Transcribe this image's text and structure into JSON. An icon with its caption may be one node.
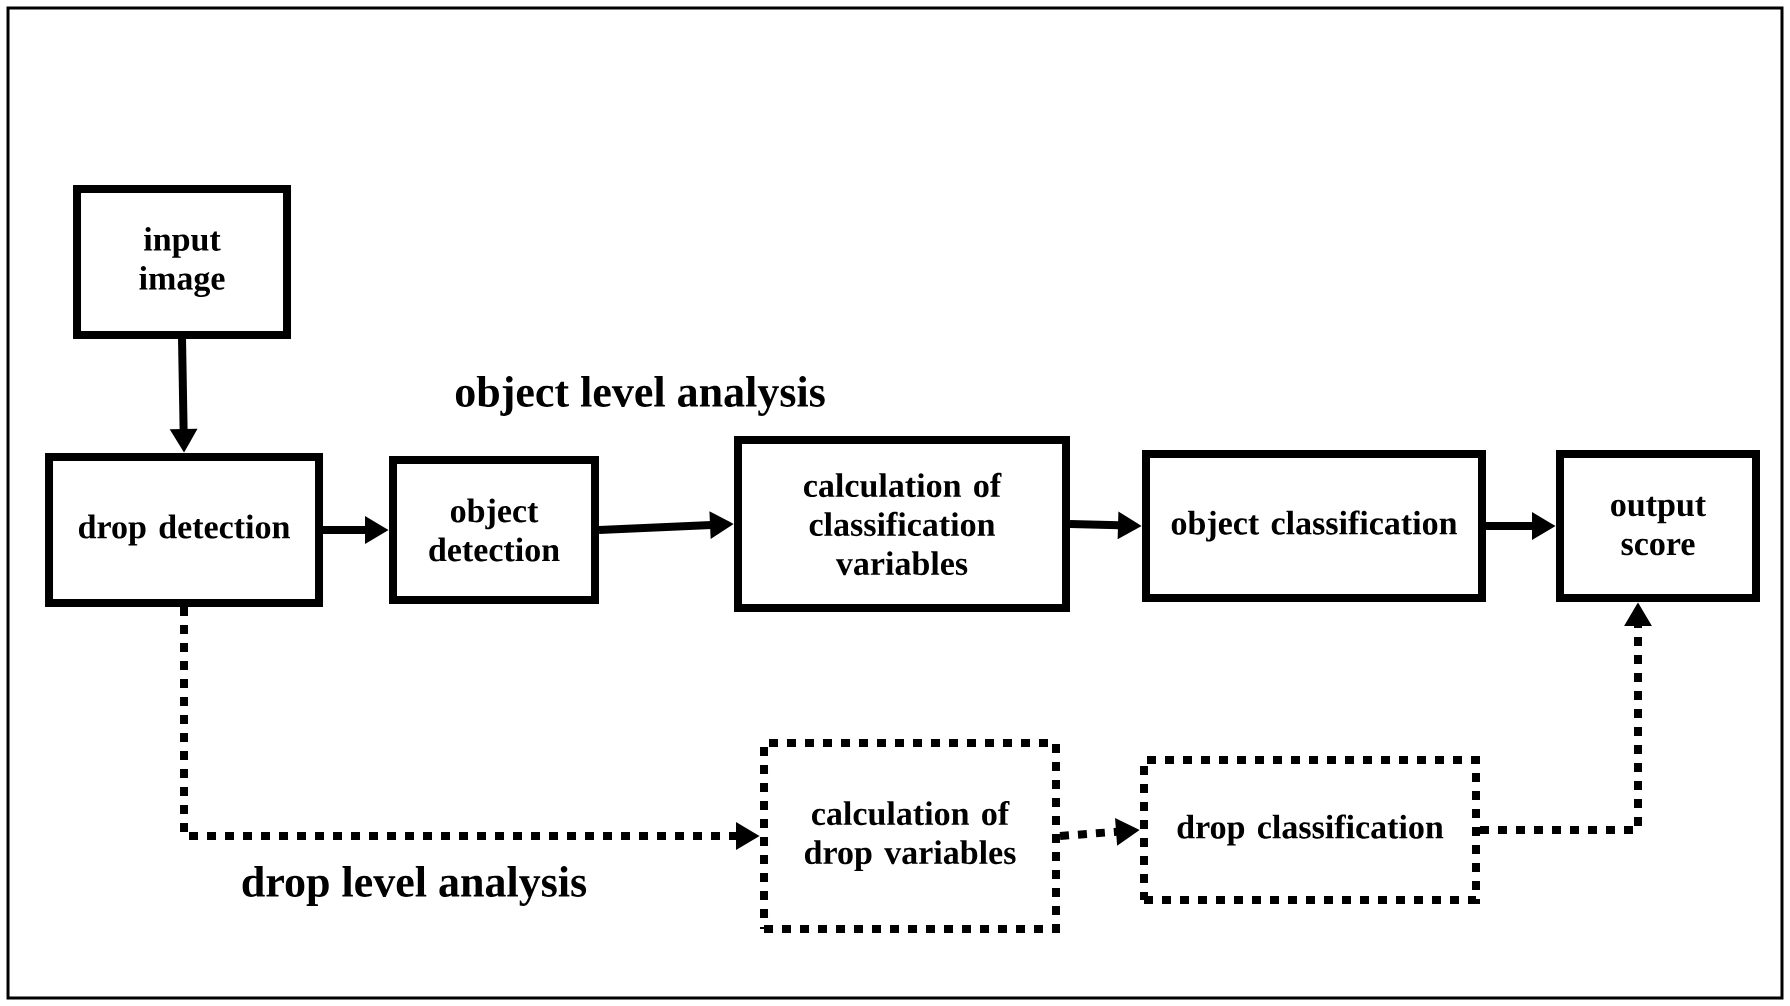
{
  "diagram": {
    "nodes": [
      {
        "text": [
          "input image"
        ]
      },
      {
        "text": [
          "drop detection"
        ]
      },
      {
        "text": [
          "object detection"
        ]
      },
      {
        "text": [
          "calculation of classification variables"
        ]
      },
      {
        "text": [
          "object classification"
        ]
      },
      {
        "text": [
          "output score"
        ]
      },
      {
        "text": [
          "calculation of drop variables"
        ]
      },
      {
        "text": [
          "drop classification"
        ]
      }
    ],
    "edges": [
      {
        "from": 0,
        "to": 1,
        "arrow": "to"
      },
      {
        "from": 1,
        "to": 2,
        "arrow": "to"
      },
      {
        "from": 2,
        "to": 3,
        "arrow": "to"
      },
      {
        "from": 3,
        "to": 4,
        "arrow": "to"
      },
      {
        "from": 4,
        "to": 5,
        "arrow": "to"
      },
      {
        "from": 1,
        "to": 6,
        "arrow": "to",
        "style": "dashed"
      },
      {
        "from": 6,
        "to": 7,
        "arrow": "to",
        "style": "dashed"
      },
      {
        "from": 7,
        "to": 5,
        "arrow": "to",
        "style": "dashed"
      }
    ],
    "labels": [
      "object level analysis",
      "drop level analysis"
    ]
  }
}
